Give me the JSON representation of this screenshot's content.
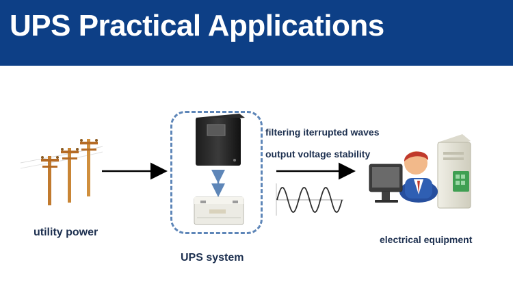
{
  "header": {
    "title": "UPS Practical Applications",
    "bg_color": "#0d3f86"
  },
  "nodes": {
    "utility_power": "utility power",
    "ups_system": "UPS system",
    "electrical_equipment": "electrical equipment"
  },
  "annotations": {
    "filtering": "filtering iterrupted waves",
    "output_voltage": "output voltage stability"
  },
  "icons": [
    "power-pole-icon",
    "ups-tower-icon",
    "battery-icon",
    "sine-wave-icon",
    "computer-user-icon",
    "server-icon"
  ]
}
